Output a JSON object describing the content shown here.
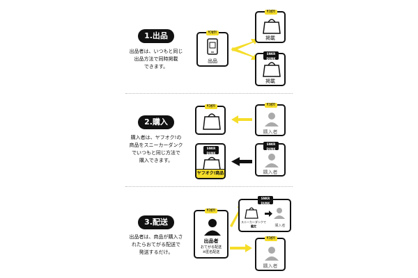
{
  "sections": [
    {
      "title": "1.出品",
      "desc": [
        "出品者は、いつもと同じ",
        "出品方法で同時掲載",
        "できます。"
      ],
      "source_card": {
        "tag": "ﾔﾌｵｸ!",
        "caption": "出品"
      },
      "targets": [
        {
          "tag": "ﾔﾌｵｸ!",
          "caption": "掲載"
        },
        {
          "tag": "SNKR DUNK",
          "caption": "掲載"
        }
      ]
    },
    {
      "title": "2.購入",
      "desc": [
        "購入者は、ヤフオク!の",
        "商品をスニーカーダンク",
        "でいつもと同じ方法で",
        "購入できます。"
      ],
      "left_cards": [
        {
          "tag": "ﾔﾌｵｸ!"
        },
        {
          "tag": "SNKR DUNK",
          "footer": "ヤフオク!商品"
        }
      ],
      "right_cards": [
        {
          "tag": "ﾔﾌｵｸ!",
          "caption": "購入者"
        },
        {
          "tag": "SNKR DUNK",
          "caption": "購入者"
        }
      ]
    },
    {
      "title": "3.配送",
      "desc": [
        "出品者は、商品が購入さ",
        "れたらおてがる配送で",
        "発送するだけ。"
      ],
      "seller_card": {
        "tag": "ﾔﾌｵｸ!",
        "caption": "出品者",
        "sub": [
          "おてがる配送",
          "※匿名配送"
        ]
      },
      "inspect_card": {
        "tag": "SNKR DUNK",
        "label": [
          "スニーカーダンクで",
          "鑑定"
        ],
        "buyer": "購入者"
      },
      "buyer_card": {
        "tag": "ﾔﾌｵｸ!",
        "caption": "購入者"
      }
    }
  ],
  "colors": {
    "accent": "#f5dd2a",
    "ink": "#111111",
    "person": "#aaaaaa"
  },
  "icons": [
    "phone-icon",
    "bag-icon",
    "person-icon",
    "arrow-icon"
  ]
}
